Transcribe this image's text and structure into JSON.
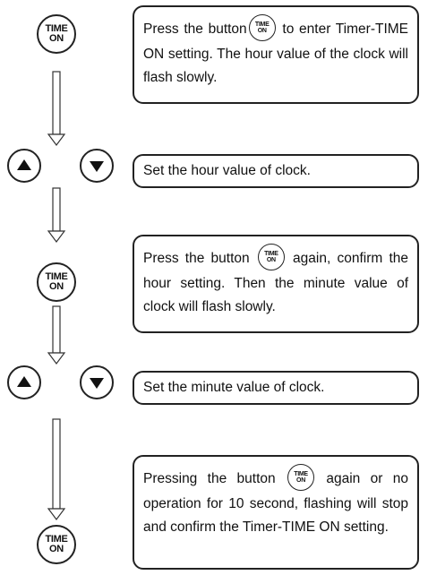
{
  "button": {
    "time_on_line1": "TIME",
    "time_on_line2": "ON",
    "time_on_small_line1": "TIME",
    "time_on_small_line2": "ON"
  },
  "steps": [
    {
      "before": "Press the button",
      "after": " to enter Timer-TIME ON setting. The hour value of the clock will flash slowly."
    },
    {
      "text": "Set the hour value of clock."
    },
    {
      "before": "Press the button ",
      "after": " again, confirm the hour setting. Then the minute value of clock will flash slowly."
    },
    {
      "text": "Set the minute value of clock."
    },
    {
      "before": "Pressing the button ",
      "after": " again or no operation for 10 second, flashing will stop and confirm the Timer-TIME ON setting."
    }
  ]
}
